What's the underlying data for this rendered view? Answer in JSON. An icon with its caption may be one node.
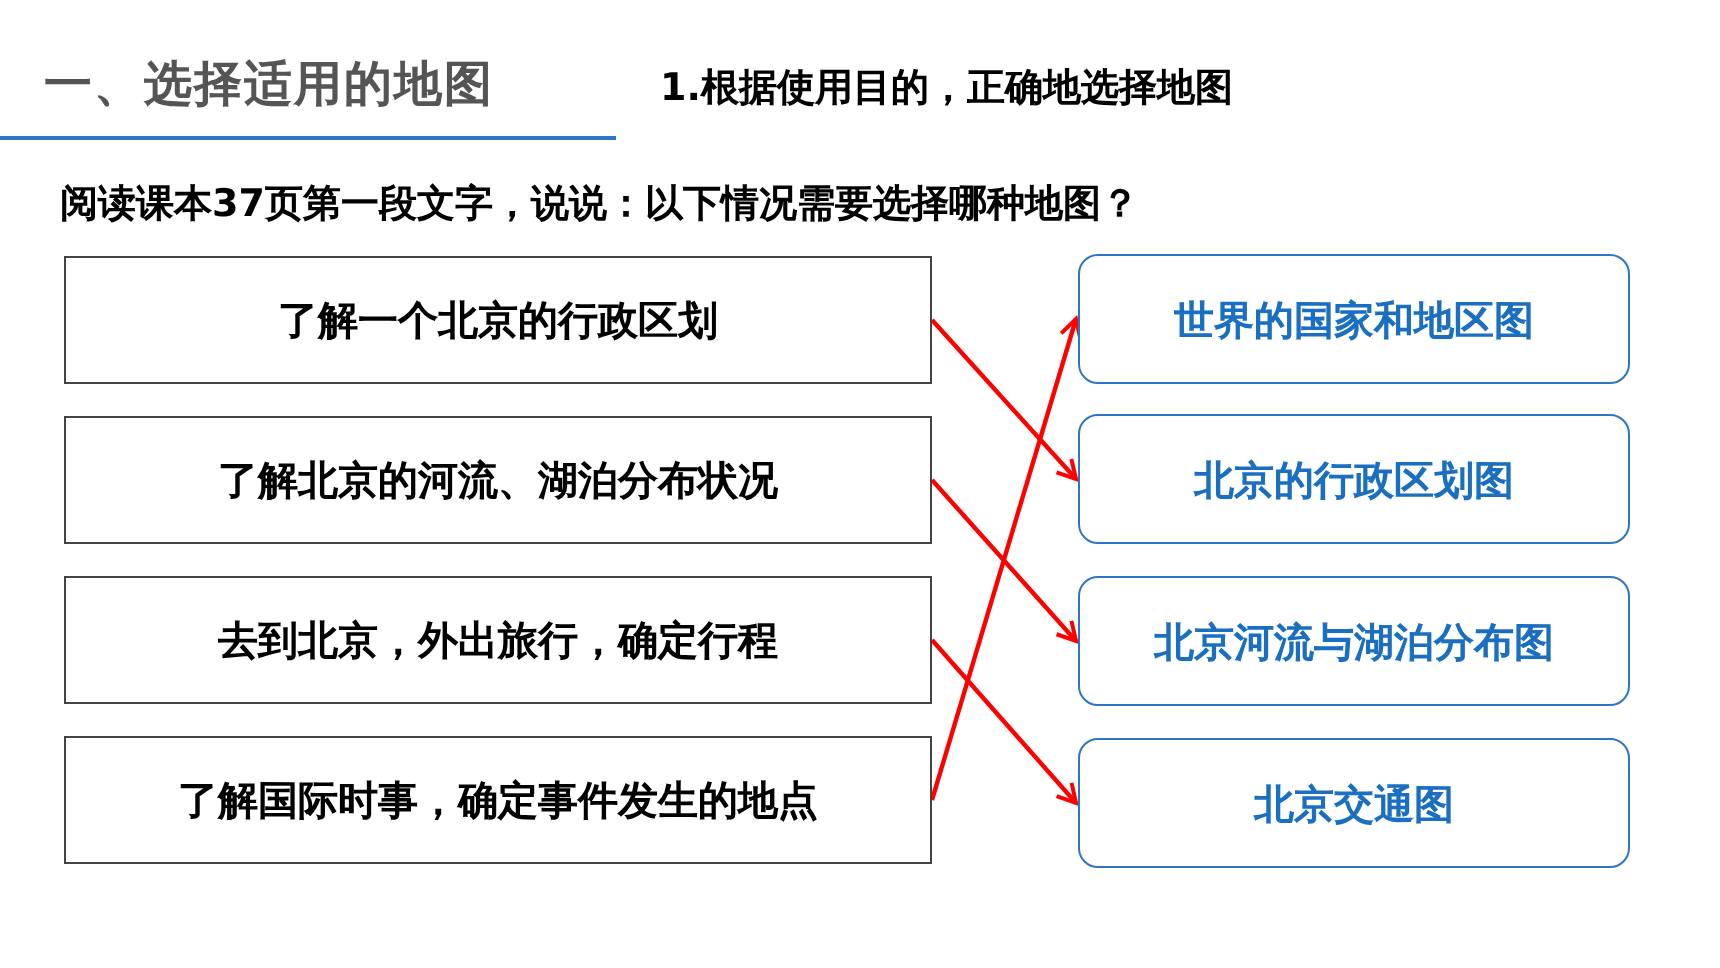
{
  "diagram": {
    "title": "一、选择适用的地图",
    "nodes": [
      {
        "text": [
          "了解一个北京的行政区划"
        ]
      },
      {
        "text": [
          "了解北京的河流、湖泊分布状况"
        ]
      },
      {
        "text": [
          "去到北京，外出旅行，确定行程"
        ]
      },
      {
        "text": [
          "了解国际时事，确定事件发生的地点"
        ]
      },
      {
        "text": [
          "世界的国家和地区图"
        ]
      },
      {
        "text": [
          "北京的行政区划图"
        ]
      },
      {
        "text": [
          "北京河流与湖泊分布图"
        ]
      },
      {
        "text": [
          "北京交通图"
        ]
      }
    ],
    "edges": [
      {
        "from": 0,
        "to": 5,
        "arrow": "to"
      },
      {
        "from": 1,
        "to": 6,
        "arrow": "to"
      },
      {
        "from": 2,
        "to": 7,
        "arrow": "to"
      },
      {
        "from": 3,
        "to": 4,
        "arrow": "to"
      }
    ],
    "labels": [
      "1.根据使用目的，正确地选择地图",
      "阅读课本37页第一段文字，说说：以下情况需要选择哪种地图？"
    ]
  }
}
